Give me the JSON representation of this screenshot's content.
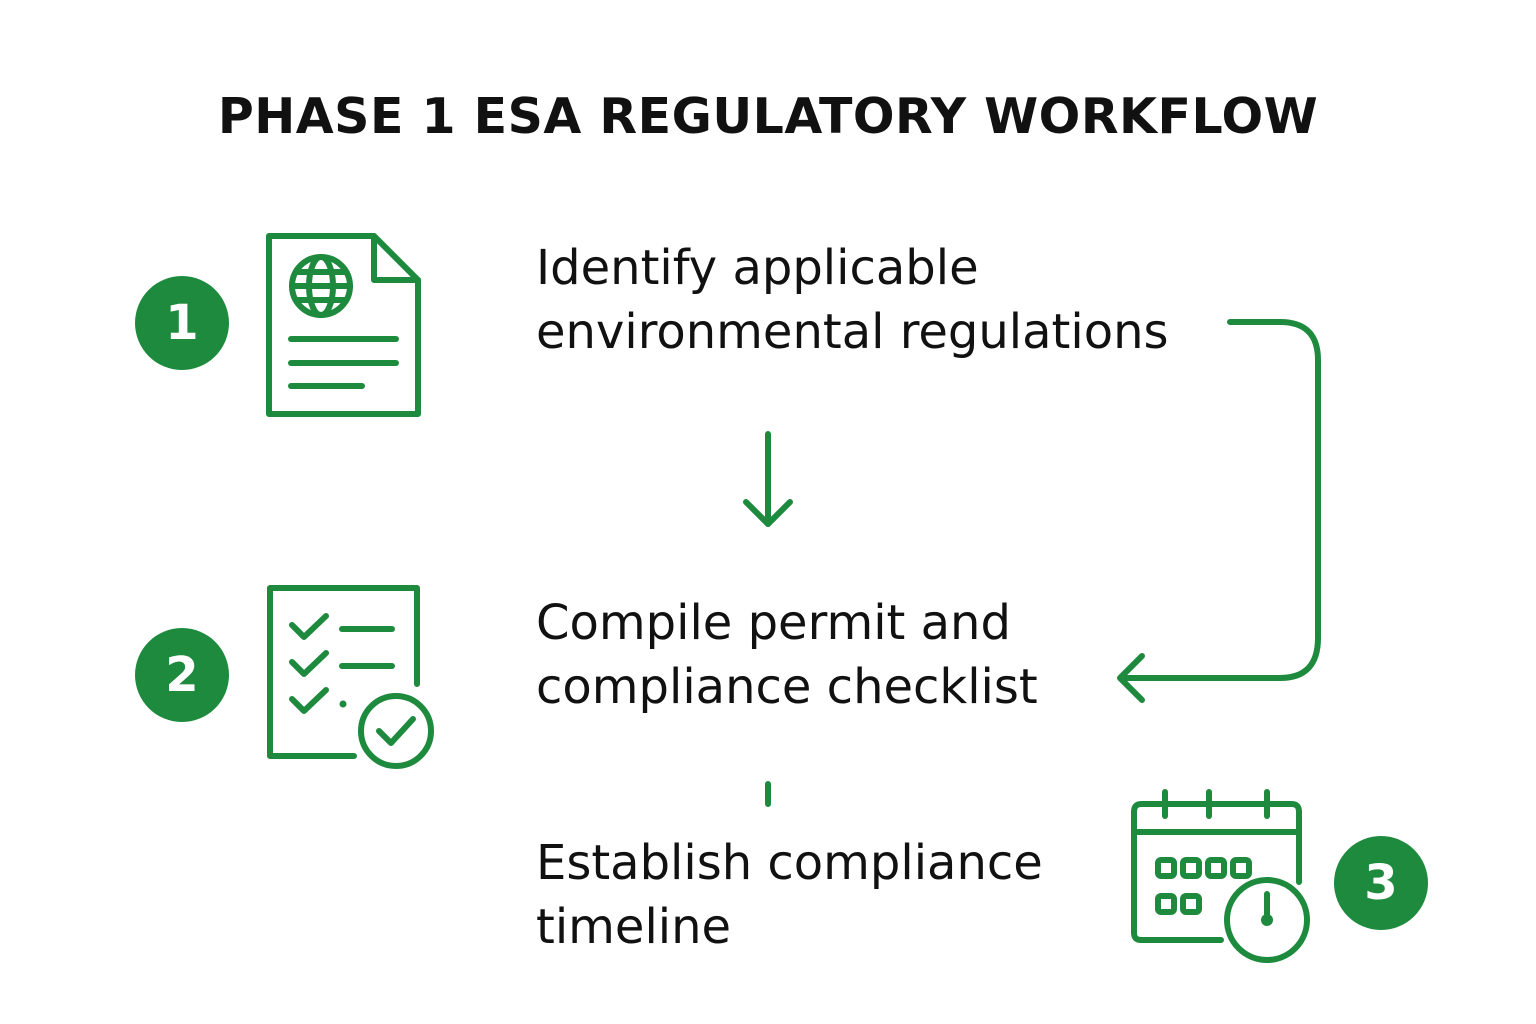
{
  "title": "PHASE 1 ESA REGULATORY WORKFLOW",
  "accent_color": "#1e8a3e",
  "steps": [
    {
      "number": "1",
      "icon": "document-globe-icon",
      "lines": [
        "Identify applicable",
        "environmental regulations"
      ]
    },
    {
      "number": "2",
      "icon": "checklist-check-icon",
      "lines": [
        "Compile permit and",
        "compliance checklist"
      ]
    },
    {
      "number": "3",
      "icon": "calendar-clock-icon",
      "lines": [
        "Establish compliance",
        "timeline"
      ]
    }
  ]
}
